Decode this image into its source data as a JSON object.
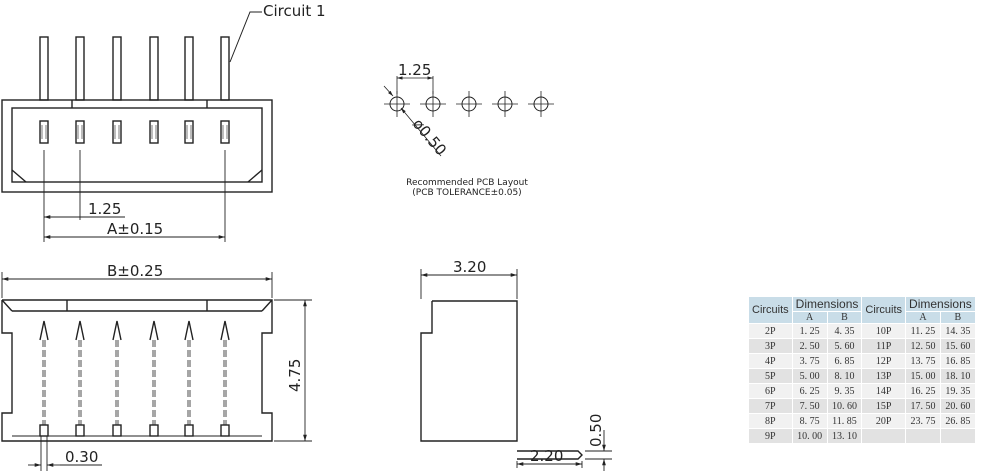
{
  "drawing": {
    "circuit_label": "Circuit  1",
    "pitch_label": "1.25",
    "a_label": "A±0.15",
    "b_label": "B±0.25",
    "height_label": "4.75",
    "pin_width_label": "0.30",
    "depth_label": "3.20",
    "pin_thick_label": "0.50",
    "pin_len_label": "2.20",
    "pcb_pitch_label": "1.25",
    "hole_label": "ø0.50",
    "pcb_caption_1": "Recommended PCB Layout",
    "pcb_caption_2": "(PCB TOLERANCE±0.05)"
  },
  "table": {
    "headers": {
      "circuits": "Circuits",
      "dimensions": "Dimensions",
      "a": "A",
      "b": "B"
    },
    "rows": [
      {
        "left": [
          "2P",
          "1. 25",
          "4. 35"
        ],
        "right": [
          "10P",
          "11. 25",
          "14. 35"
        ]
      },
      {
        "left": [
          "3P",
          "2. 50",
          "5. 60"
        ],
        "right": [
          "11P",
          "12. 50",
          "15. 60"
        ]
      },
      {
        "left": [
          "4P",
          "3. 75",
          "6. 85"
        ],
        "right": [
          "12P",
          "13. 75",
          "16. 85"
        ]
      },
      {
        "left": [
          "5P",
          "5. 00",
          "8. 10"
        ],
        "right": [
          "13P",
          "15. 00",
          "18. 10"
        ]
      },
      {
        "left": [
          "6P",
          "6. 25",
          "9. 35"
        ],
        "right": [
          "14P",
          "16. 25",
          "19. 35"
        ]
      },
      {
        "left": [
          "7P",
          "7. 50",
          "10. 60"
        ],
        "right": [
          "15P",
          "17. 50",
          "20. 60"
        ]
      },
      {
        "left": [
          "8P",
          "8. 75",
          "11. 85"
        ],
        "right": [
          "20P",
          "23. 75",
          "26. 85"
        ]
      },
      {
        "left": [
          "9P",
          "10. 00",
          "13. 10"
        ],
        "right": [
          "",
          "",
          ""
        ]
      }
    ]
  }
}
